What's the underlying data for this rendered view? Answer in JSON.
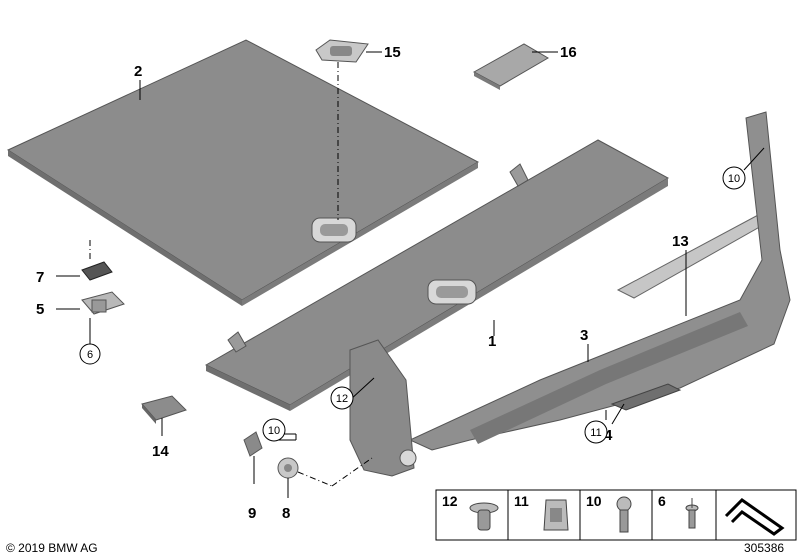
{
  "callouts": {
    "c1": "1",
    "c2": "2",
    "c3": "3",
    "c4": "4",
    "c5": "5",
    "c7": "7",
    "c8": "8",
    "c9": "9",
    "c13": "13",
    "c14": "14",
    "c15": "15",
    "c16": "16"
  },
  "circled_callouts": {
    "c6": "6",
    "c10_top": "10",
    "c10_mid": "10",
    "c11": "11",
    "c12": "12"
  },
  "legend": {
    "items": [
      {
        "num": "12",
        "icon": "push-clip-icon"
      },
      {
        "num": "11",
        "icon": "spring-clip-icon"
      },
      {
        "num": "10",
        "icon": "screw-icon"
      },
      {
        "num": "6",
        "icon": "rivet-icon"
      },
      {
        "num": "",
        "icon": "bracket-icon"
      }
    ]
  },
  "footer": {
    "copyright": "© 2019 BMW AG",
    "drawing_number": "305386"
  },
  "colors": {
    "panel": "#8c8c8c",
    "panel_dark": "#6f6f6f",
    "panel_light": "#b5b5b5",
    "line": "#000000"
  }
}
